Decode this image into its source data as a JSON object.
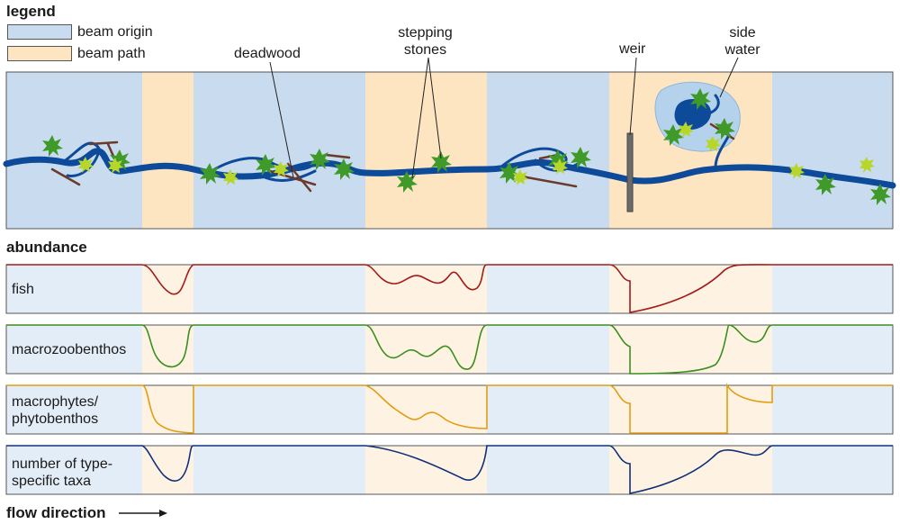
{
  "legend": {
    "title": "legend",
    "items": [
      {
        "label": "beam origin",
        "color": "#c9dcef"
      },
      {
        "label": "beam path",
        "color": "#fde5c2"
      }
    ]
  },
  "annotations": {
    "deadwood": "deadwood",
    "stepping_line1": "stepping",
    "stepping_line2": "stones",
    "weir": "weir",
    "side_line1": "side",
    "side_line2": "water"
  },
  "abundance": {
    "title": "abundance",
    "panels": [
      {
        "label_lines": [
          "fish"
        ],
        "color": "#a31a1a"
      },
      {
        "label_lines": [
          "macrozoobenthos"
        ],
        "color": "#3a8f1e"
      },
      {
        "label_lines": [
          "macrophytes/",
          "phytobenthos"
        ],
        "color": "#e39c12"
      },
      {
        "label_lines": [
          "number of type-",
          "specific taxa"
        ],
        "color": "#10307a"
      }
    ]
  },
  "flow_direction": "flow direction",
  "colors": {
    "beam_origin": "#c9dcef",
    "beam_path": "#fde5c2",
    "origin_light": "#e3edf7",
    "path_light": "#fef3e2",
    "river": "#0d4a9a",
    "plant_dark": "#3f9a2a",
    "plant_light": "#b7d62a",
    "wood": "#6a3a2a"
  }
}
